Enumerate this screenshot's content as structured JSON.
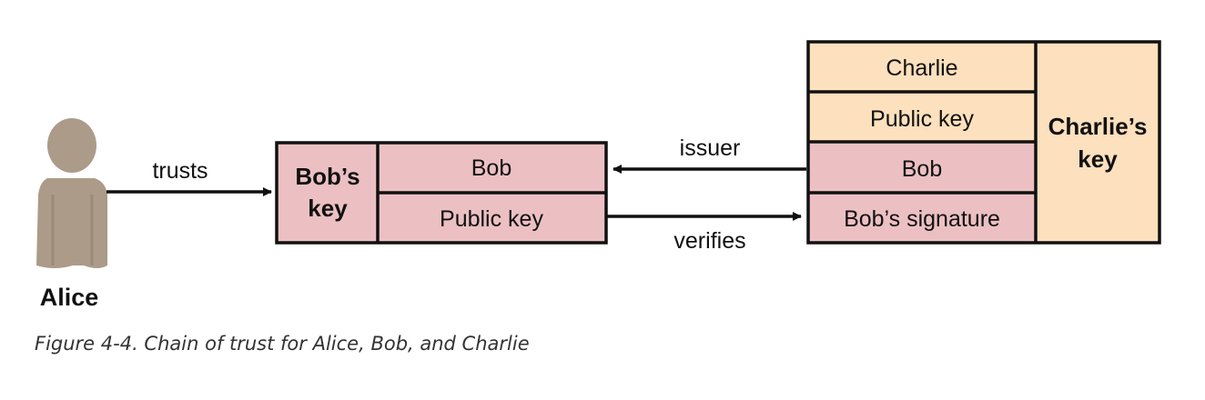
{
  "colors": {
    "pink": "#ecc0c3",
    "peach": "#fde0bd",
    "stroke": "#111111",
    "person": "#ab9b88"
  },
  "person": {
    "label": "Alice"
  },
  "edges": {
    "trusts": "trusts",
    "issuer": "issuer",
    "verifies": "verifies"
  },
  "bob_key": {
    "title_line1": "Bob’s",
    "title_line2": "key",
    "name": "Bob",
    "public_key": "Public key"
  },
  "charlie_key": {
    "name": "Charlie",
    "public_key": "Public key",
    "subject": "Bob",
    "signature": "Bob’s signature",
    "title_line1": "Charlie’s",
    "title_line2": "key"
  },
  "caption": "Figure 4-4. Chain of trust for Alice, Bob, and Charlie"
}
